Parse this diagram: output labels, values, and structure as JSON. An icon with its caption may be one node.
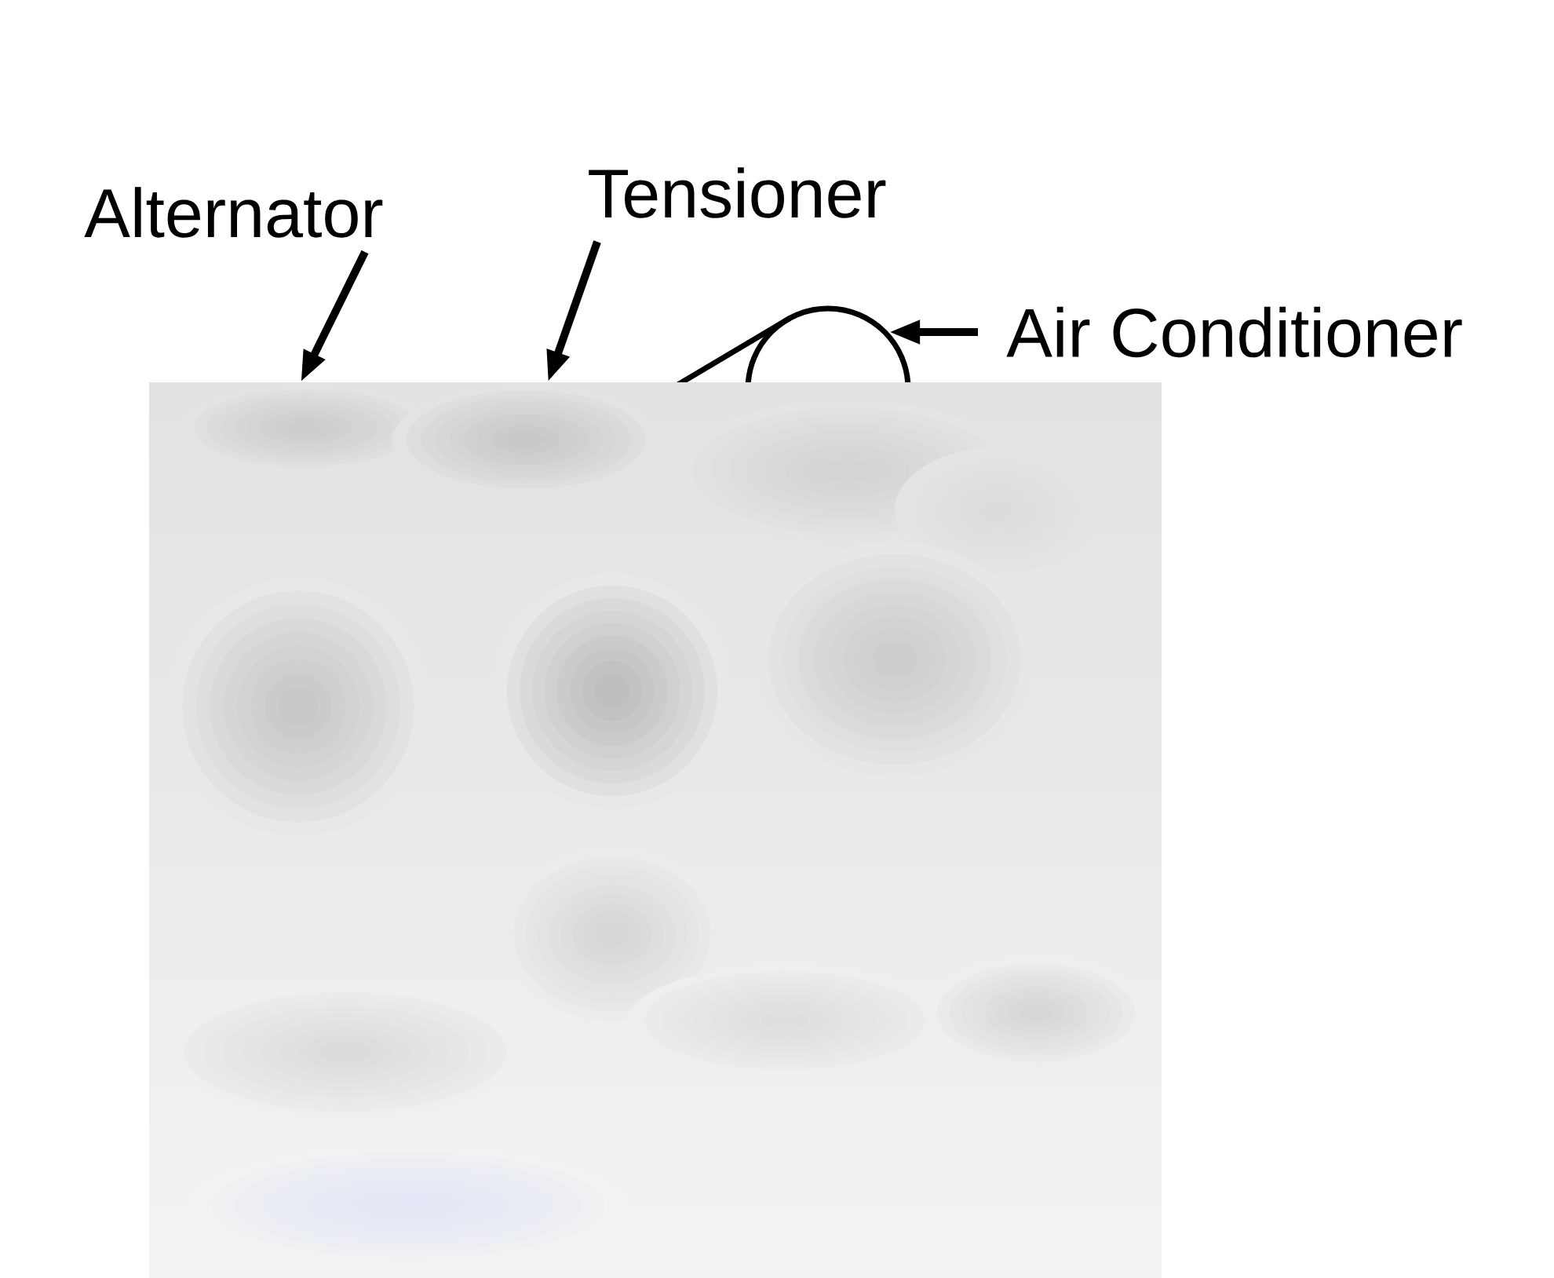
{
  "diagram": {
    "nodes": [
      {
        "text": [
          "Alternator"
        ]
      },
      {
        "text": [
          "Tensioner"
        ]
      },
      {
        "text": [
          "Air Conditioner"
        ]
      },
      {
        "text": [],
        "shape": "circle"
      }
    ],
    "edges": [
      {
        "from": 0,
        "to": null,
        "arrow": "to"
      },
      {
        "from": 1,
        "to": null,
        "arrow": "to"
      },
      {
        "from": 2,
        "to": 3,
        "arrow": "to"
      }
    ]
  }
}
